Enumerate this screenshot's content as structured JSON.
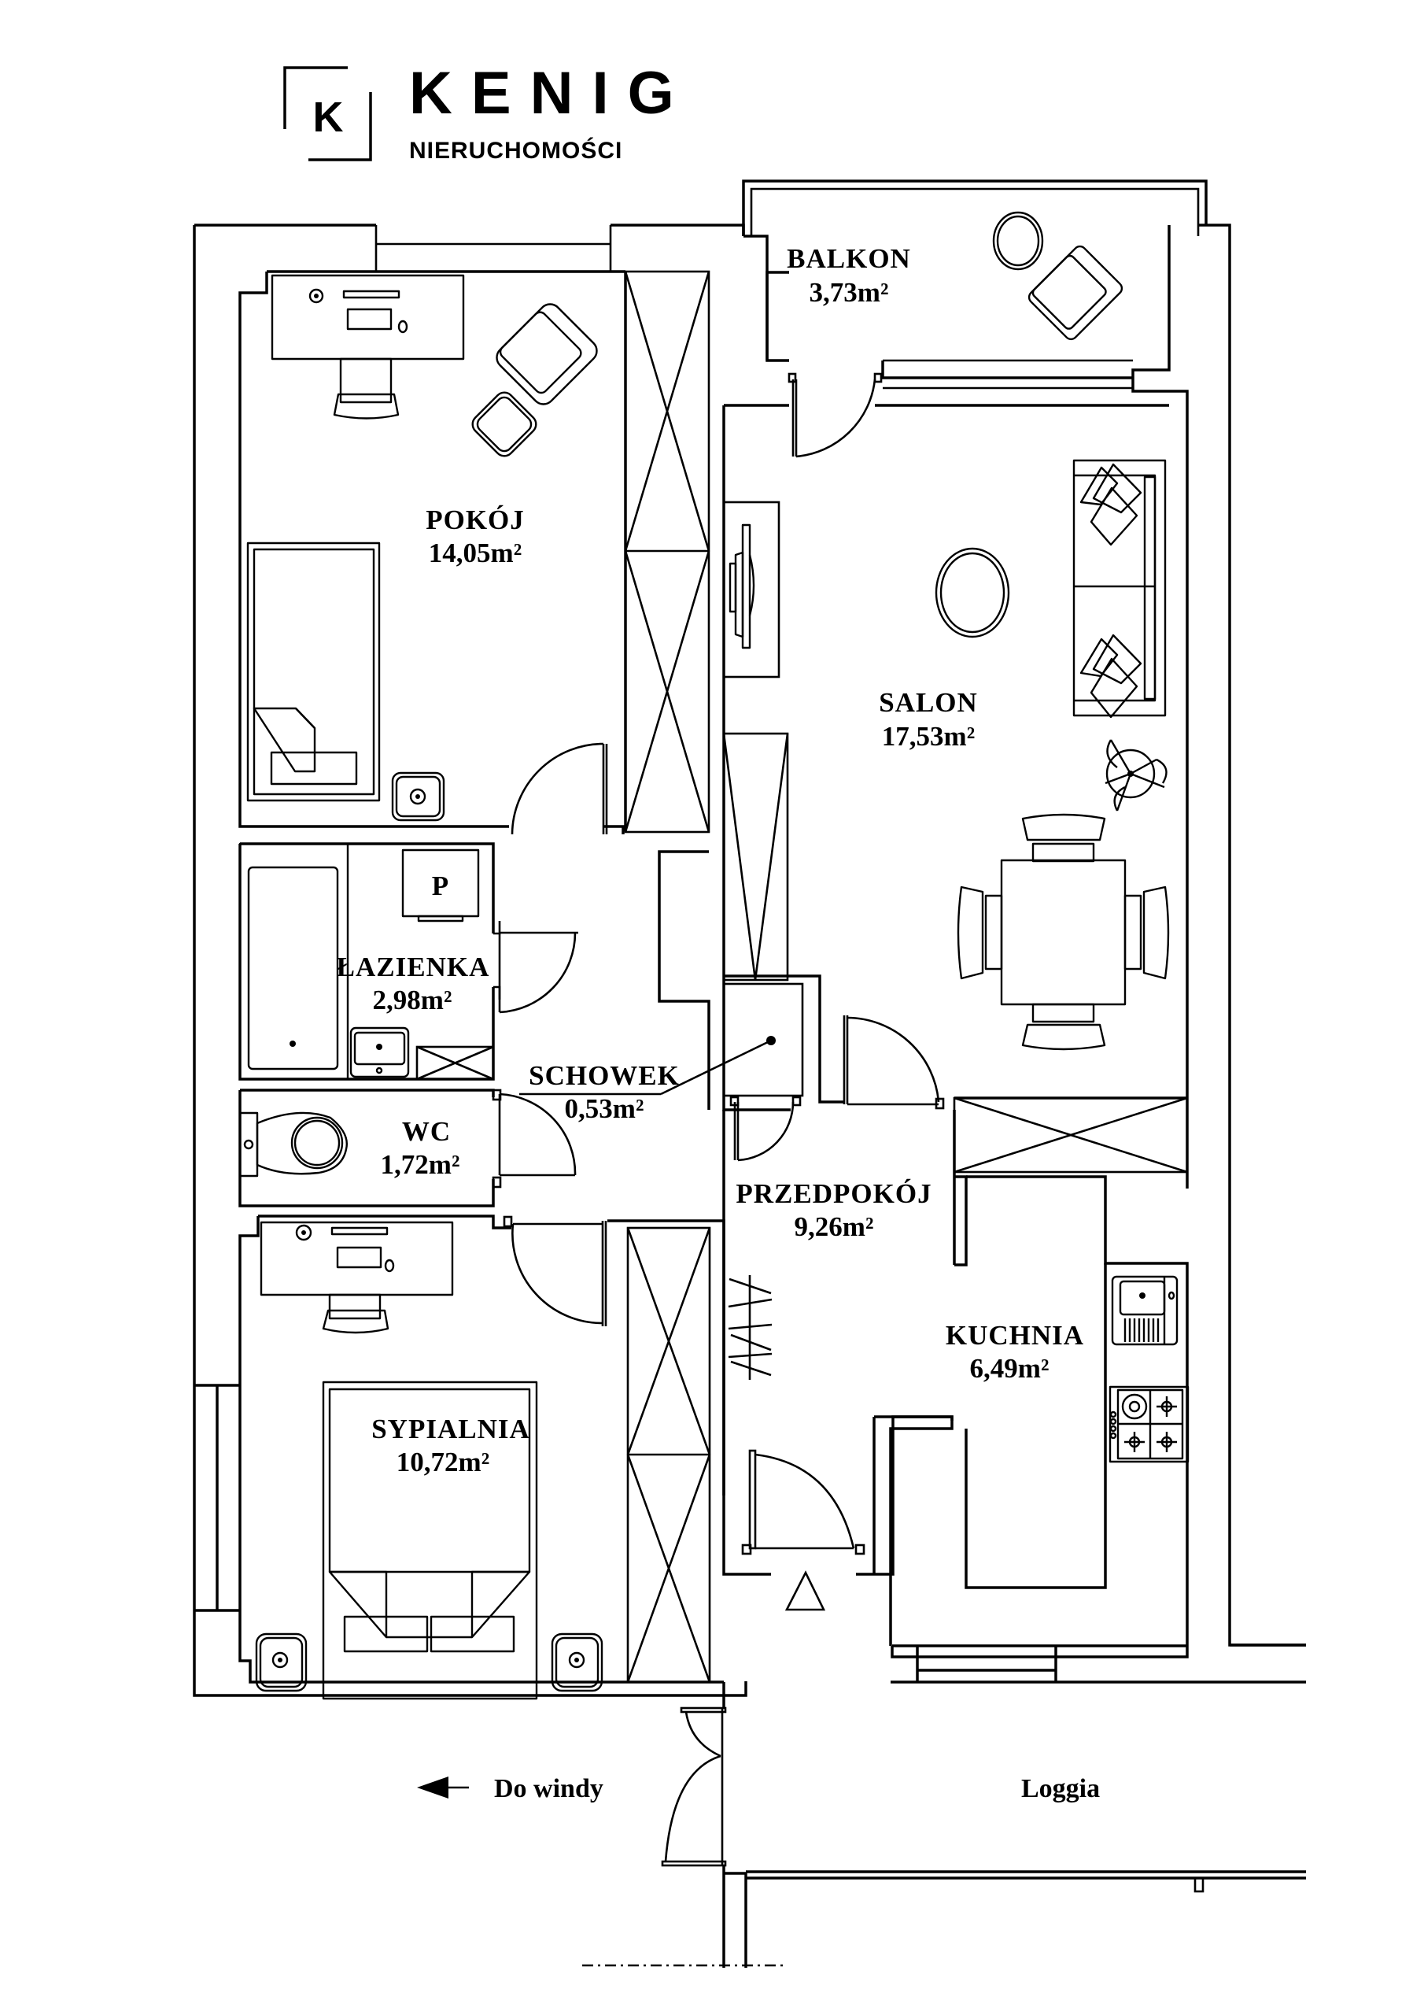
{
  "brand": {
    "monogram": "K",
    "name": "KENIG",
    "tagline": "NIERUCHOMOŚCI"
  },
  "rooms": {
    "balkon": {
      "name": "BALKON",
      "area": "3,73m²"
    },
    "pokoj": {
      "name": "POKÓJ",
      "area": "14,05m²"
    },
    "salon": {
      "name": "SALON",
      "area": "17,53m²"
    },
    "lazienka": {
      "name": "ŁAZIENKA",
      "area": "2,98m²"
    },
    "schowek": {
      "name": "SCHOWEK",
      "area": "0,53m²"
    },
    "wc": {
      "name": "WC",
      "area": "1,72m²"
    },
    "przedpokoj": {
      "name": "PRZEDPOKÓJ",
      "area": "9,26m²"
    },
    "kuchnia": {
      "name": "KUCHNIA",
      "area": "6,49m²"
    },
    "sypialnia": {
      "name": "SYPIALNIA",
      "area": "10,72m²"
    }
  },
  "fixtures": {
    "boiler_label": "P"
  },
  "annotations": {
    "elevator": "Do windy",
    "loggia": "Loggia"
  }
}
